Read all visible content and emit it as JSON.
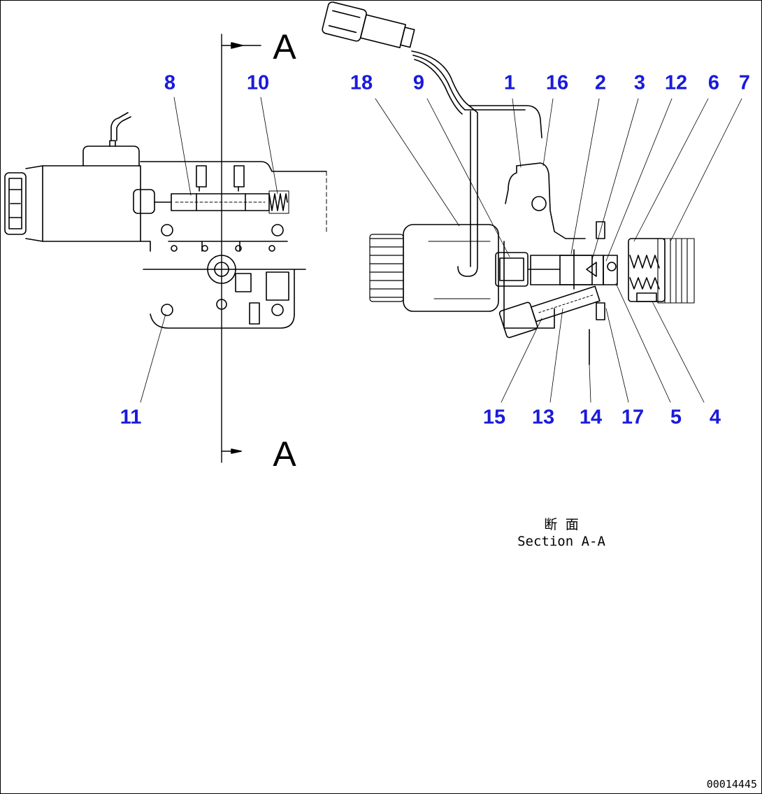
{
  "section_marker": {
    "top_letter": "A",
    "bottom_letter": "A"
  },
  "left_view_callouts": [
    "8",
    "10",
    "11"
  ],
  "right_view_callouts": [
    "18",
    "9",
    "1",
    "16",
    "2",
    "3",
    "12",
    "6",
    "7",
    "15",
    "13",
    "14",
    "17",
    "5",
    "4"
  ],
  "caption": {
    "japanese": "断 面",
    "english": "Section A-A"
  },
  "drawing_id": "00014445",
  "colors": {
    "callout": "#1a1adb",
    "line": "#000000",
    "background": "#ffffff"
  }
}
